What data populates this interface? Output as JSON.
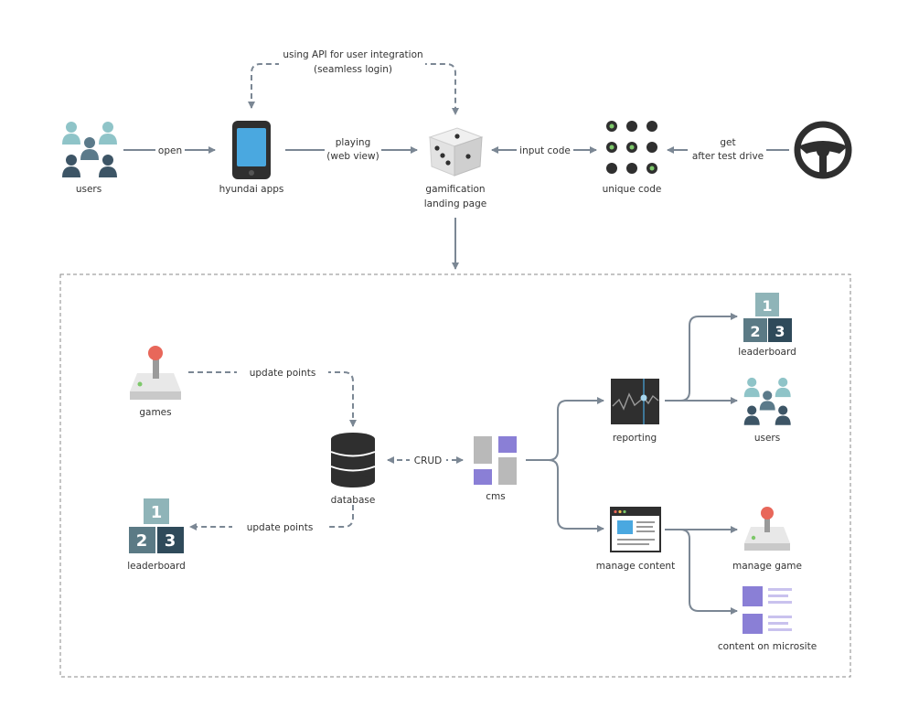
{
  "nodes": {
    "users_top": "users",
    "hyundai_apps": "hyundai apps",
    "gamification_line1": "gamification",
    "gamification_line2": "landing page",
    "unique_code": "unique code",
    "games": "games",
    "database": "database",
    "cms": "cms",
    "reporting": "reporting",
    "leaderboard_right": "leaderboard",
    "users_right": "users",
    "manage_content": "manage content",
    "manage_game": "manage game",
    "content_microsite": "content on microsite",
    "leaderboard_left": "leaderboard"
  },
  "edges": {
    "open": "open",
    "api_line1": "using API for user integration",
    "api_line2": "(seamless login)",
    "playing_line1": "playing",
    "playing_line2": "(web view)",
    "input_code": "input code",
    "get_line1": "get",
    "get_line2": "after test drive",
    "update_points_top": "update points",
    "update_points_bottom": "update points",
    "crud": "CRUD"
  },
  "podium_digits": [
    "1",
    "2",
    "3"
  ],
  "colors": {
    "arrow": "#7b8794",
    "teal_light": "#8fc4c8",
    "slate_dark": "#3d5566",
    "phone_blue": "#4aa8e0",
    "purple": "#8a7fd6",
    "joystick_red": "#e8675a",
    "code_green": "#7dc86a",
    "dark": "#2f2f2f"
  },
  "icons": [
    "users-icon",
    "phone-icon",
    "dice-icon",
    "code-grid-icon",
    "steering-wheel-icon",
    "joystick-icon",
    "database-icon",
    "cms-icon",
    "reporting-icon",
    "podium-icon",
    "content-window-icon",
    "microsite-icon"
  ]
}
